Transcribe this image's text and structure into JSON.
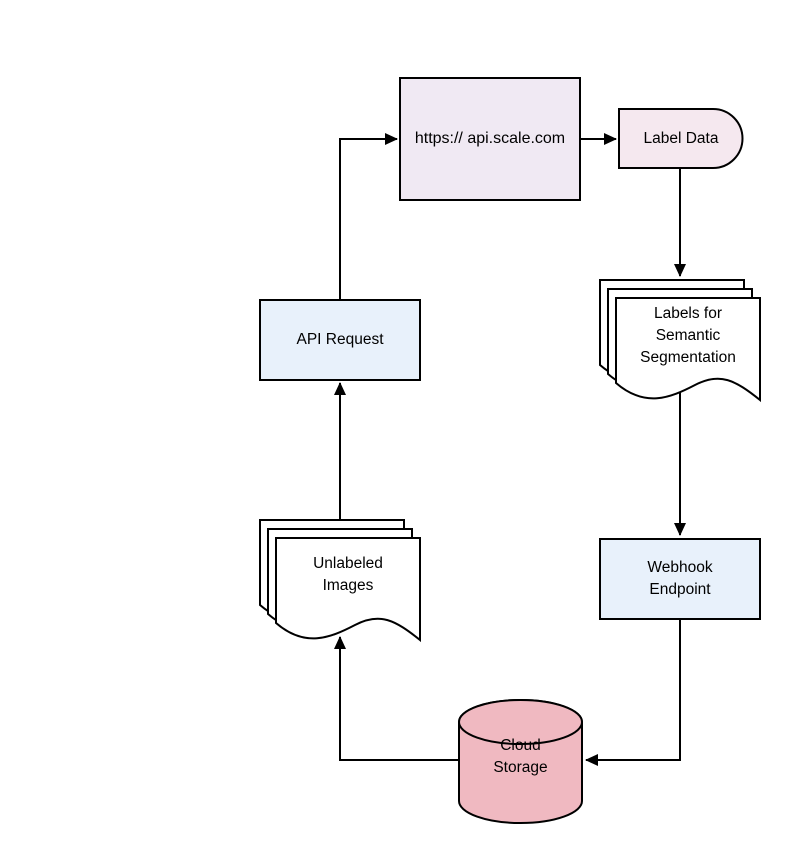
{
  "diagram": {
    "background": "#ffffff",
    "stroke_color": "#000000",
    "text_color": "#000000",
    "nodes": {
      "api_endpoint": {
        "label": "https:// api.scale.com",
        "shape": "rectangle",
        "fill": "#f0e9f3"
      },
      "label_data": {
        "label": "Label Data",
        "shape": "delay",
        "fill": "#f5e8ef"
      },
      "semantic_labels": {
        "label": "Labels for\nSemantic\nSegmentation",
        "shape": "multi-document",
        "fill": "#ffffff"
      },
      "webhook_endpoint": {
        "label": "Webhook\nEndpoint",
        "shape": "rectangle",
        "fill": "#e8f1fb"
      },
      "cloud_storage": {
        "label": "Cloud\nStorage",
        "shape": "cylinder",
        "fill": "#f0b9c1"
      },
      "unlabeled_images": {
        "label": "Unlabeled\nImages",
        "shape": "multi-document",
        "fill": "#ffffff"
      },
      "api_request": {
        "label": "API Request",
        "shape": "rectangle",
        "fill": "#e8f1fb"
      }
    },
    "connections": [
      {
        "from": "api_request",
        "to": "api_endpoint"
      },
      {
        "from": "api_endpoint",
        "to": "label_data"
      },
      {
        "from": "label_data",
        "to": "semantic_labels"
      },
      {
        "from": "semantic_labels",
        "to": "webhook_endpoint"
      },
      {
        "from": "webhook_endpoint",
        "to": "cloud_storage"
      },
      {
        "from": "cloud_storage",
        "to": "unlabeled_images"
      },
      {
        "from": "unlabeled_images",
        "to": "api_request"
      }
    ]
  }
}
